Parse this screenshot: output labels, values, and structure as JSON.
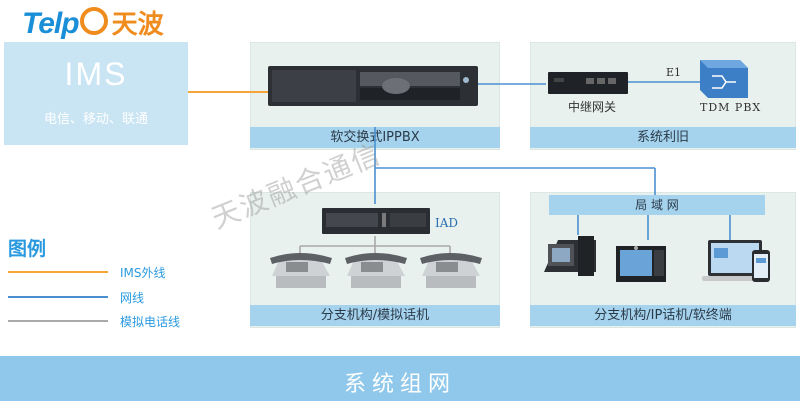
{
  "logo": {
    "latin": "Telp",
    "chinese": "天波"
  },
  "ims": {
    "title": "IMS",
    "subtitle": "电信、移动、联通"
  },
  "panels": {
    "pbx": {
      "label": "软交换式IPPBX"
    },
    "legacy": {
      "label": "系统利旧",
      "gateway_label": "中继网关",
      "e1_label": "E1",
      "tdm_label": "TDM PBX"
    },
    "analog": {
      "label": "分支机构/模拟话机",
      "iad_label": "IAD"
    },
    "ip": {
      "label": "分支机构/IP话机/软终端",
      "lan_label": "局 域 网"
    }
  },
  "legend": {
    "title": "图例",
    "items": [
      {
        "label": "IMS外线",
        "color": "#f5a43a"
      },
      {
        "label": "网线",
        "color": "#4a90d0"
      },
      {
        "label": "模拟电话线",
        "color": "#a9a9a9"
      }
    ]
  },
  "footer": {
    "label": "系统组网"
  },
  "watermark": "天波融合通信"
}
